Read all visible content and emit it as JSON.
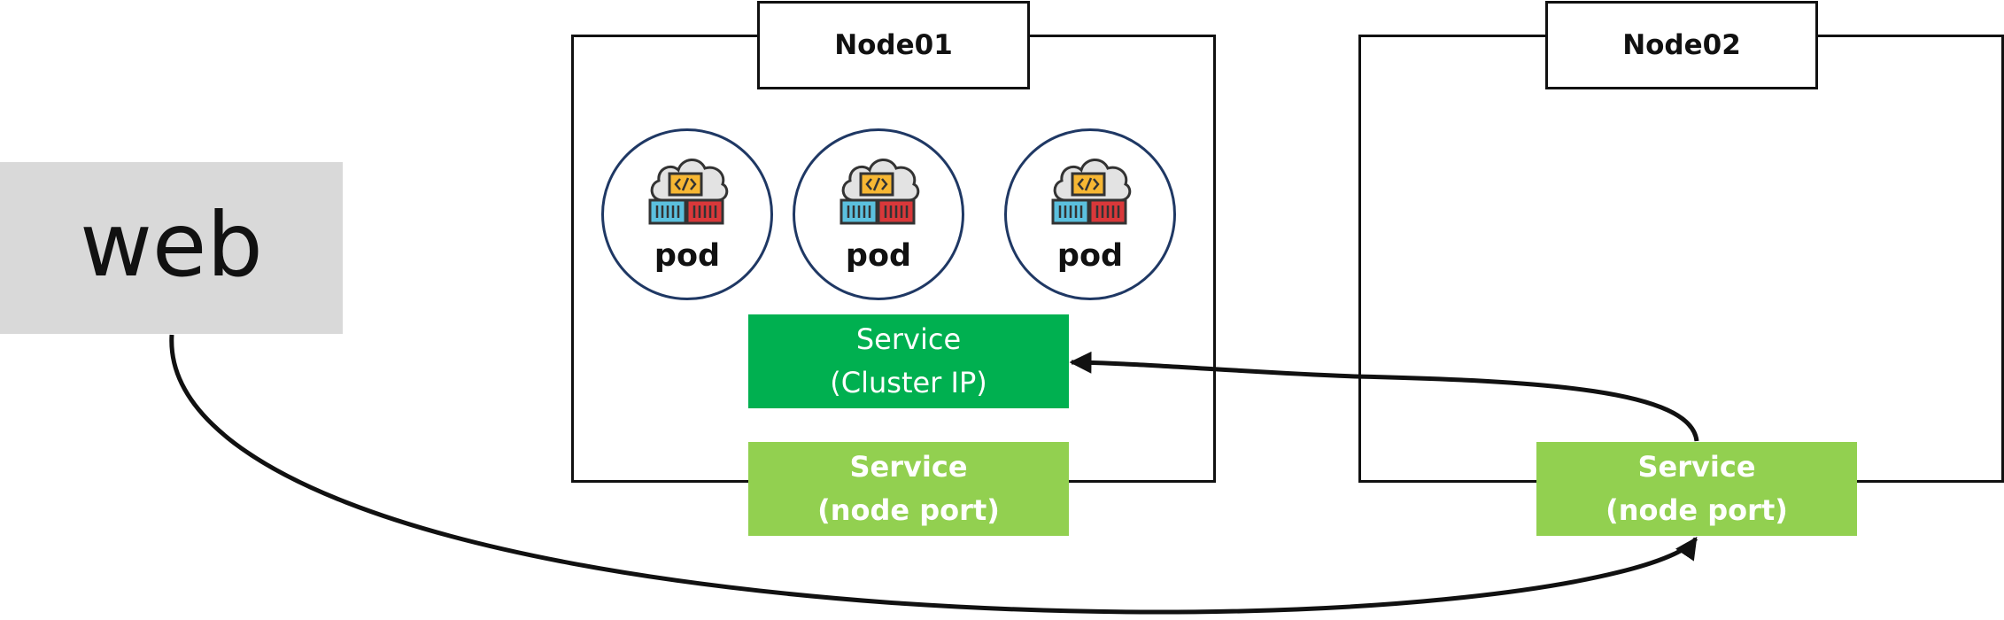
{
  "colors": {
    "web_bg": "#d9d9d9",
    "cluster_ip": "#00b050",
    "node_port": "#92d050",
    "pod_border": "#1f3864",
    "line": "#111111"
  },
  "web": {
    "label": "web"
  },
  "nodes": [
    {
      "label": "Node01"
    },
    {
      "label": "Node02"
    }
  ],
  "pods": [
    {
      "label": "pod",
      "icon": "cloud-container-icon"
    },
    {
      "label": "pod",
      "icon": "cloud-container-icon"
    },
    {
      "label": "pod",
      "icon": "cloud-container-icon"
    }
  ],
  "services": {
    "cluster_ip": {
      "line1": "Service",
      "line2": "(Cluster IP)"
    },
    "node_port_1": {
      "line1": "Service",
      "line2": "(node port)"
    },
    "node_port_2": {
      "line1": "Service",
      "line2": "(node port)"
    }
  },
  "connectors": [
    {
      "from": "web",
      "to": "Node02 Service (node port)",
      "arrow": "end"
    },
    {
      "from": "Node02 Service (node port)",
      "to": "Service (Cluster IP)",
      "arrow": "end"
    }
  ]
}
